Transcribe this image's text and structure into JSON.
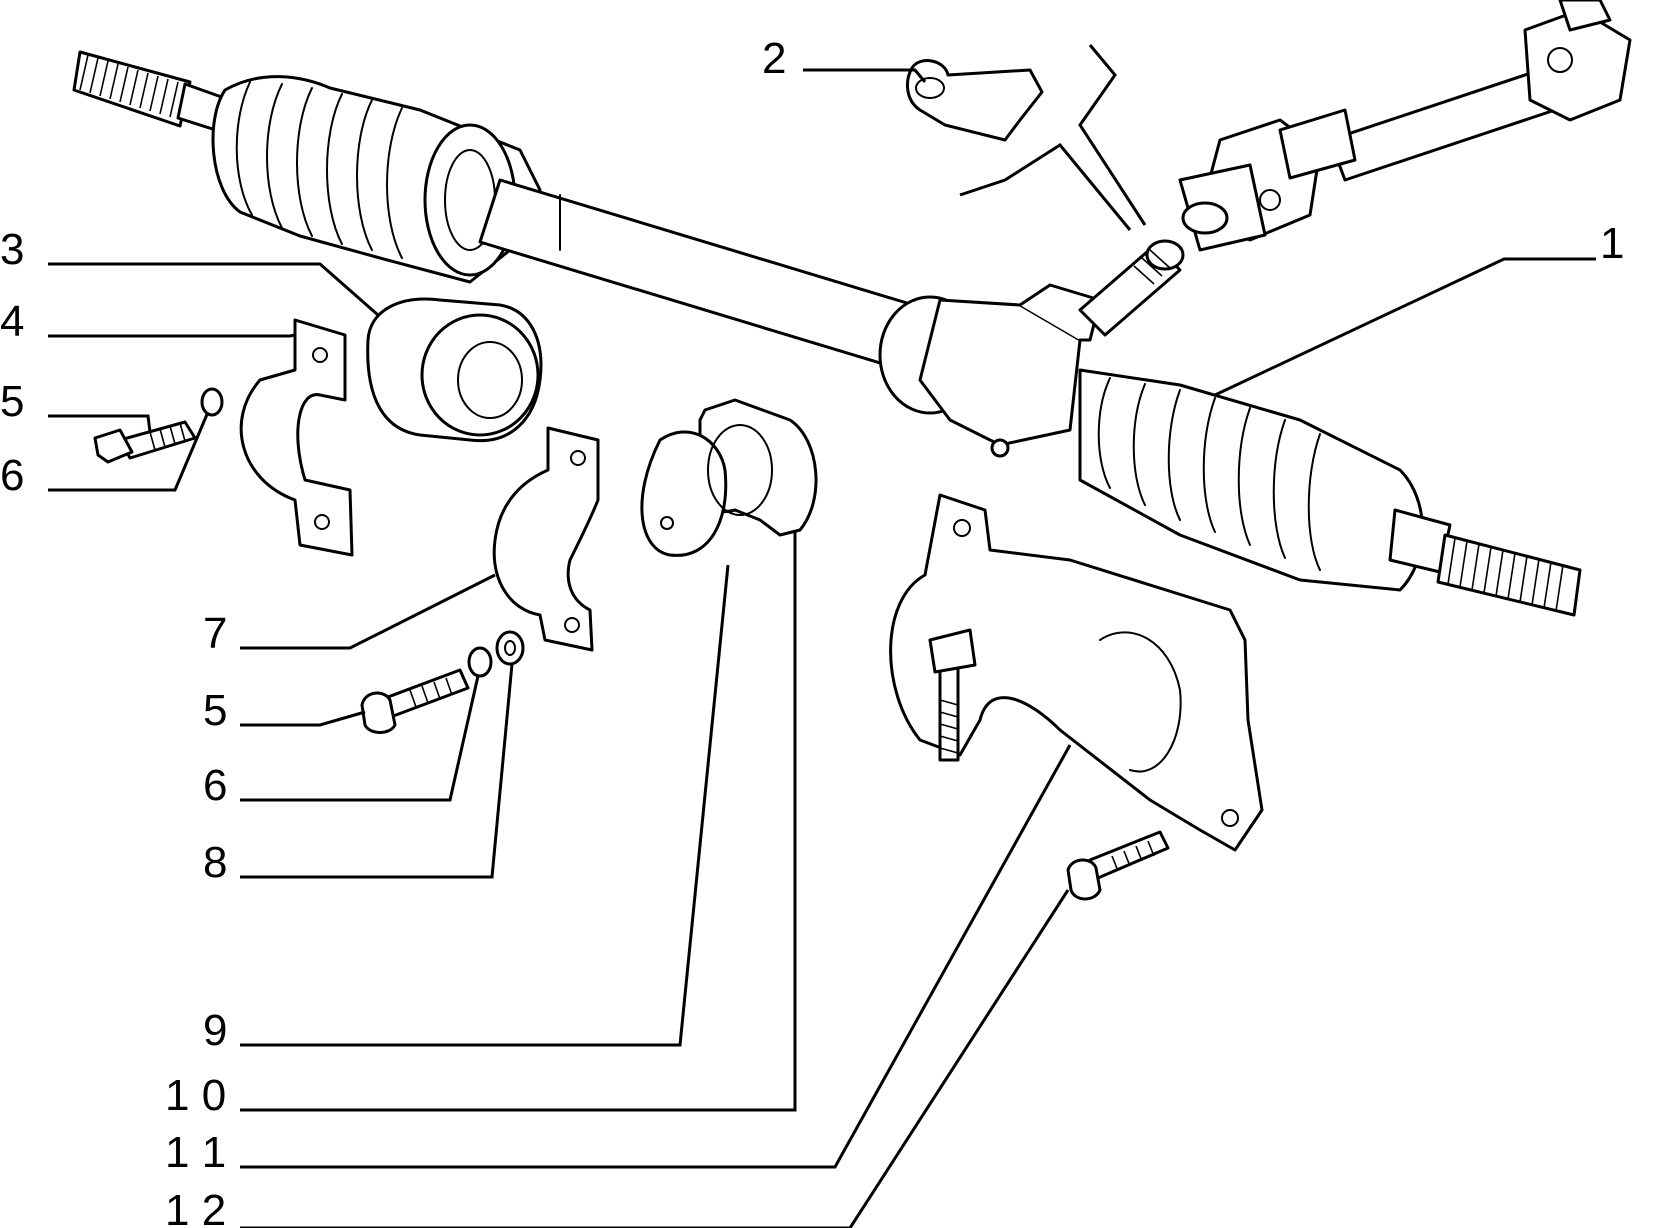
{
  "callouts": [
    {
      "id": "1",
      "label": "1"
    },
    {
      "id": "2",
      "label": "2"
    },
    {
      "id": "3",
      "label": "3"
    },
    {
      "id": "4",
      "label": "4"
    },
    {
      "id": "5a",
      "label": "5"
    },
    {
      "id": "6a",
      "label": "6"
    },
    {
      "id": "7",
      "label": "7"
    },
    {
      "id": "5b",
      "label": "5"
    },
    {
      "id": "6b",
      "label": "6"
    },
    {
      "id": "8",
      "label": "8"
    },
    {
      "id": "9",
      "label": "9"
    },
    {
      "id": "10",
      "label": "1 0"
    },
    {
      "id": "11",
      "label": "1 1"
    },
    {
      "id": "12",
      "label": "1 2"
    }
  ],
  "colors": {
    "ink": "#000000",
    "paper": "#ffffff"
  }
}
